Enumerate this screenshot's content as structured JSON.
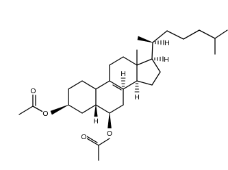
{
  "molecule": {
    "atom_labels": {
      "o_acetate_3_carbonyl": "O",
      "o_acetate_3_ester": "O",
      "o_acetate_6_ester": "O",
      "o_acetate_6_carbonyl": "O",
      "h_c8": "H",
      "h_c14": "H",
      "h_c17": "H",
      "h_c20": "H",
      "h_c5": "H"
    }
  }
}
